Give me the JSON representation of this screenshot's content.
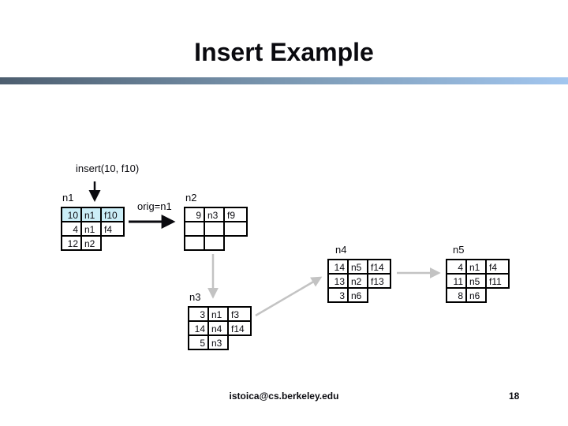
{
  "slide": {
    "title": "Insert Example",
    "footer_email": "istoica@cs.berkeley.edu",
    "page_number": "18"
  },
  "labels": {
    "insert_call": "insert(10, f10)",
    "orig": "orig=n1"
  },
  "colors": {
    "highlight": "#cbeef7",
    "bar_left": "#4d5e6f",
    "bar_mid": "#7f9db8",
    "bar_right": "#a2c6ef",
    "gray_arrow": "#c3c3c3",
    "ink": "#0a0a0f"
  },
  "nodes": [
    {
      "label": "n1",
      "rows": [
        {
          "cells": [
            "10",
            "n1",
            "f10"
          ],
          "highlight": true
        },
        {
          "cells": [
            "4",
            "n1",
            "f4"
          ],
          "highlight": false
        },
        {
          "cells": [
            "12",
            "n2"
          ],
          "highlight": false
        }
      ]
    },
    {
      "label": "n2",
      "rows": [
        {
          "cells": [
            "9",
            "n3",
            "f9"
          ],
          "highlight": false
        },
        {
          "cells": [
            "",
            "",
            ""
          ],
          "highlight": false
        },
        {
          "cells": [
            "",
            ""
          ],
          "highlight": false
        }
      ]
    },
    {
      "label": "n3",
      "rows": [
        {
          "cells": [
            "3",
            "n1",
            "f3"
          ],
          "highlight": false
        },
        {
          "cells": [
            "14",
            "n4",
            "f14"
          ],
          "highlight": false
        },
        {
          "cells": [
            "5",
            "n3"
          ],
          "highlight": false
        }
      ]
    },
    {
      "label": "n4",
      "rows": [
        {
          "cells": [
            "14",
            "n5",
            "f14"
          ],
          "highlight": false
        },
        {
          "cells": [
            "13",
            "n2",
            "f13"
          ],
          "highlight": false
        },
        {
          "cells": [
            "3",
            "n6"
          ],
          "highlight": false
        }
      ]
    },
    {
      "label": "n5",
      "rows": [
        {
          "cells": [
            "4",
            "n1",
            "f4"
          ],
          "highlight": false
        },
        {
          "cells": [
            "11",
            "n5",
            "f11"
          ],
          "highlight": false
        },
        {
          "cells": [
            "8",
            "n6"
          ],
          "highlight": false
        }
      ]
    }
  ],
  "connectors": [
    {
      "from": "insert_call",
      "to": "n1",
      "style": "black"
    },
    {
      "from": "n1",
      "to": "n2",
      "label": "orig=n1",
      "style": "black"
    },
    {
      "from": "n2",
      "to": "n3",
      "style": "gray"
    },
    {
      "from": "n3",
      "to": "n4",
      "style": "gray"
    },
    {
      "from": "n4",
      "to": "n5",
      "style": "gray"
    }
  ]
}
